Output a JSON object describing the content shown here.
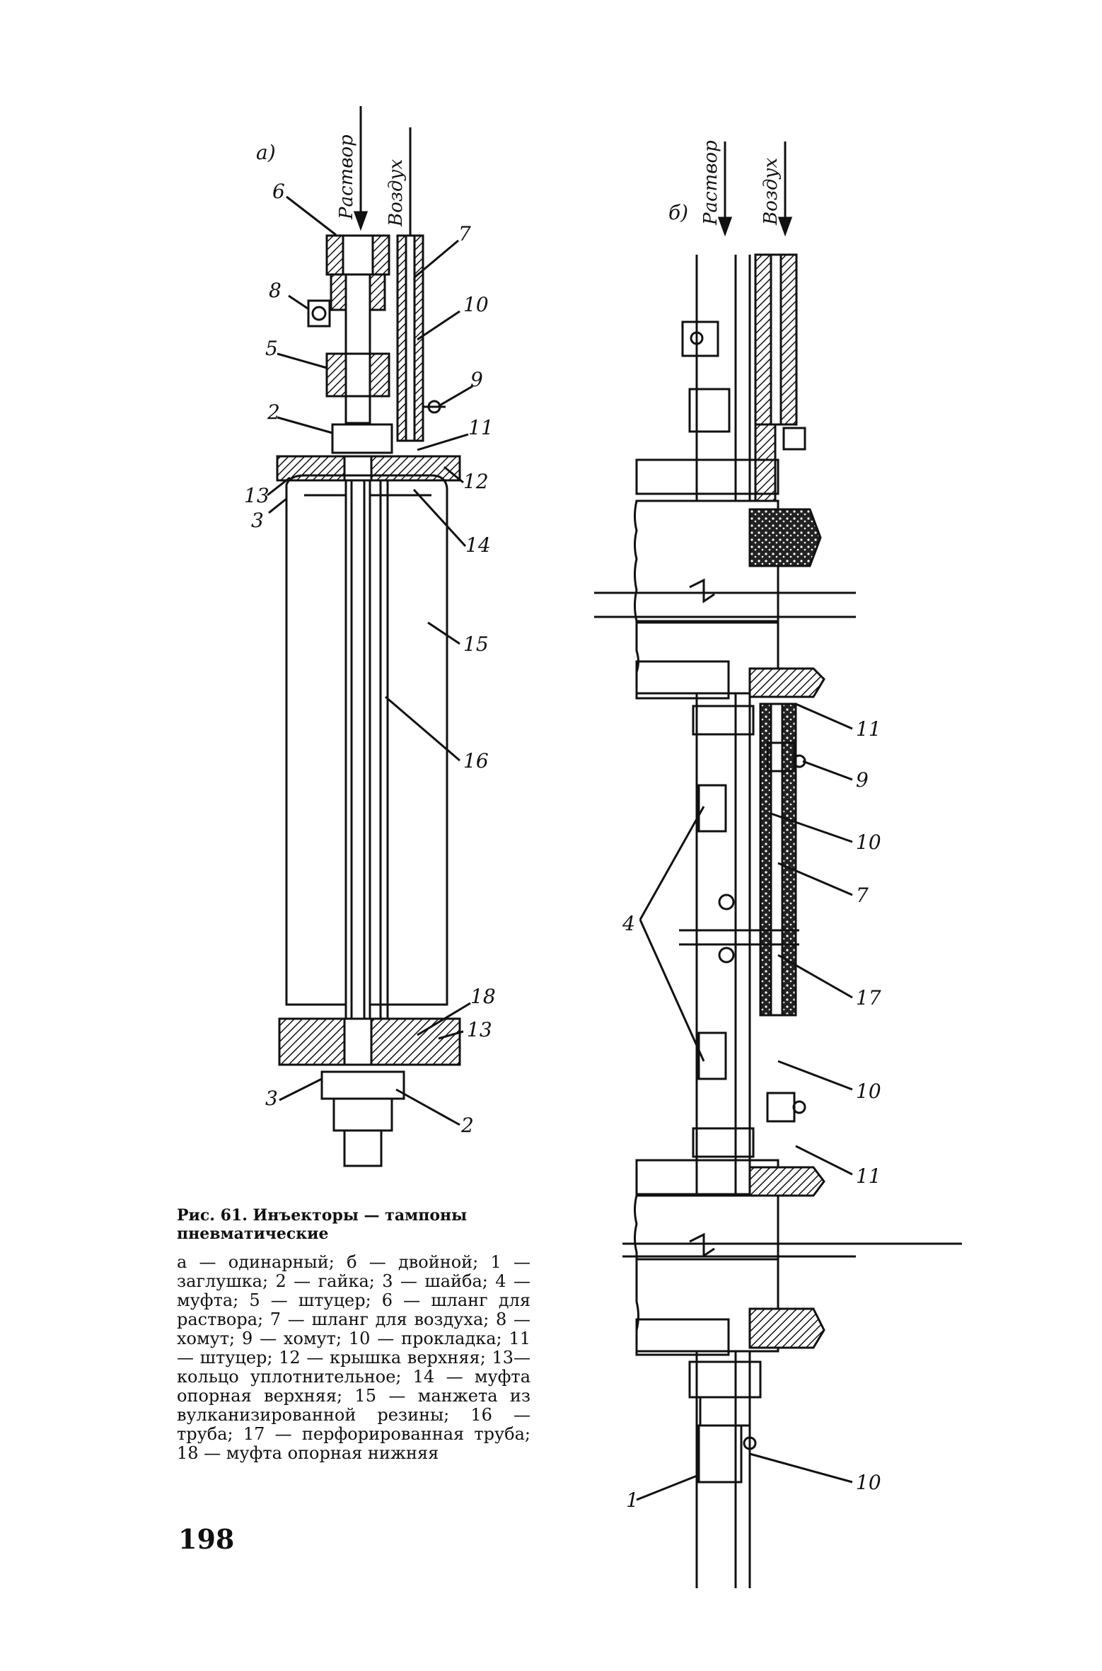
{
  "figure": {
    "panel_a": {
      "label": "а)",
      "flow_labels": [
        "Раствор",
        "Воздух"
      ],
      "part_numbers": [
        "6",
        "7",
        "8",
        "10",
        "5",
        "9",
        "2",
        "11",
        "13",
        "12",
        "3",
        "14",
        "15",
        "16",
        "18",
        "13",
        "3",
        "2"
      ]
    },
    "panel_b": {
      "label": "б)",
      "flow_labels": [
        "Раствор",
        "Воздух"
      ],
      "part_numbers": [
        "11",
        "9",
        "10",
        "7",
        "4",
        "17",
        "10",
        "11",
        "1",
        "10"
      ]
    }
  },
  "caption": {
    "title": "Рис. 61. Инъекторы — тампоны пневматические",
    "body": "а — одинарный; б — двойной; 1 — заглушка; 2 — гайка; 3 — шайба; 4 — муфта; 5 — штуцер; 6 — шланг для раствора; 7 — шланг для воздуха; 8 — хомут; 9 — хомут; 10 — прокладка; 11 — штуцер; 12 — крышка верхняя; 13—кольцо уплотнительное; 14 — муфта опорная верхняя; 15 — манжета из вулканизированной резины; 16 — труба; 17 — перфорированная труба; 18 — муфта опорная нижняя"
  },
  "page_number": "198"
}
